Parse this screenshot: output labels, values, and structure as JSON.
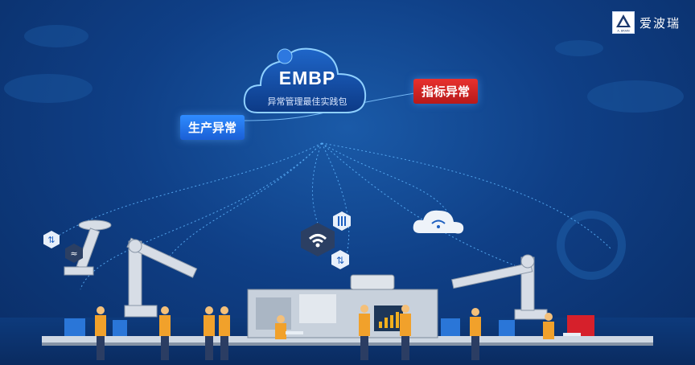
{
  "logo": {
    "brand_text": "爱波瑞",
    "mark_text": "A. BRAIN"
  },
  "cloud": {
    "title": "EMBP",
    "subtitle": "异常管理最佳实践包"
  },
  "tags": {
    "production": "生产异常",
    "indicator": "指标异常"
  },
  "colors": {
    "background": "#0f3f86",
    "tag_blue": "#2f8cff",
    "tag_red": "#e8312e",
    "line": "#5fb6ff"
  },
  "icons": [
    "wifi-icon",
    "sync-icon",
    "sliders-icon",
    "cloud-wifi-icon",
    "robot-arm-icon",
    "worker-icon"
  ]
}
